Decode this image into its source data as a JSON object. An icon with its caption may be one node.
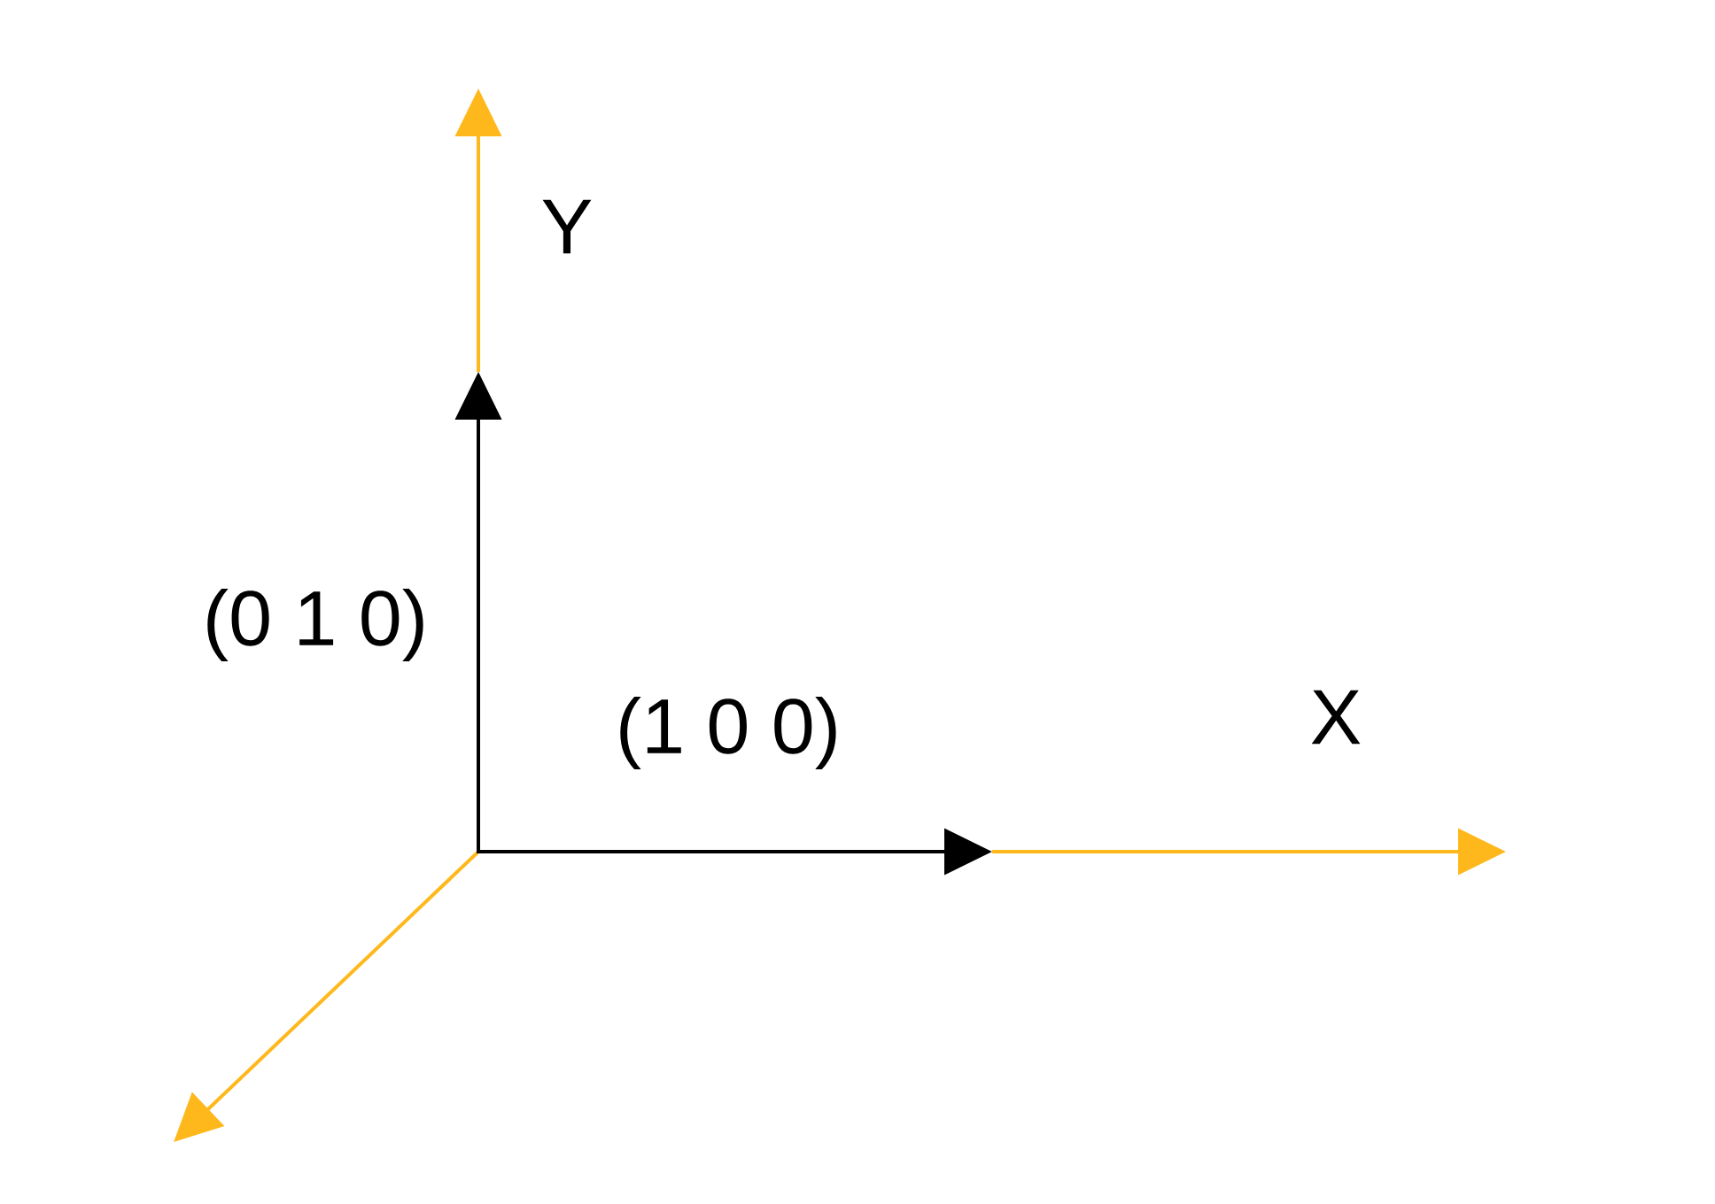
{
  "diagram": {
    "labels": [
      "Y",
      "(0 1 0)",
      "(1 0 0)",
      "X"
    ]
  }
}
